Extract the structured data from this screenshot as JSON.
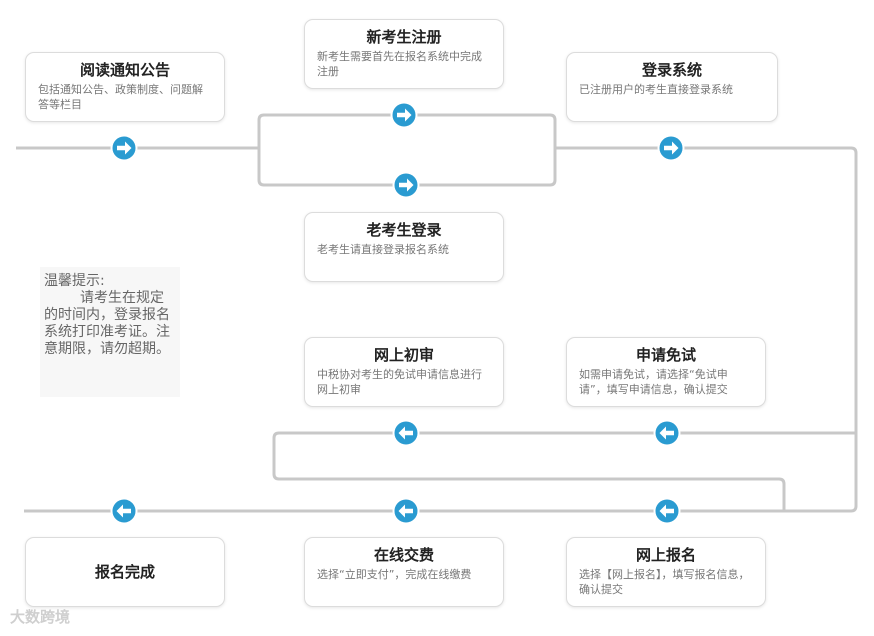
{
  "steps": {
    "read": {
      "title": "阅读通知公告",
      "desc": "包括通知公告、政策制度、问题解答等栏目"
    },
    "new_register": {
      "title": "新考生注册",
      "desc": "新考生需要首先在报名系统中完成注册"
    },
    "old_login": {
      "title": "老考生登录",
      "desc": "老考生请直接登录报名系统"
    },
    "login": {
      "title": "登录系统",
      "desc": "已注册用户的考生直接登录系统"
    },
    "exempt": {
      "title": "申请免试",
      "desc": "如需申请免试，请选择“免试申请”，填写申请信息，确认提交"
    },
    "review": {
      "title": "网上初审",
      "desc": "中税协对考生的免试申请信息进行网上初审"
    },
    "online_apply": {
      "title": "网上报名",
      "desc": "选择【网上报名】，填写报名信息，确认提交"
    },
    "pay": {
      "title": "在线交费",
      "desc": "选择“立即支付”，完成在线缴费"
    },
    "done": {
      "title": "报名完成"
    }
  },
  "tip": {
    "heading": "温馨提示:",
    "body": "请考生在规定的时间内，登录报名系统打印准考证。注意期限，请勿超期。"
  },
  "watermark": "大数跨境",
  "colors": {
    "line": "#c8c8c8",
    "arrow": "#2a9bd1",
    "card_border": "#dcdcdc"
  }
}
